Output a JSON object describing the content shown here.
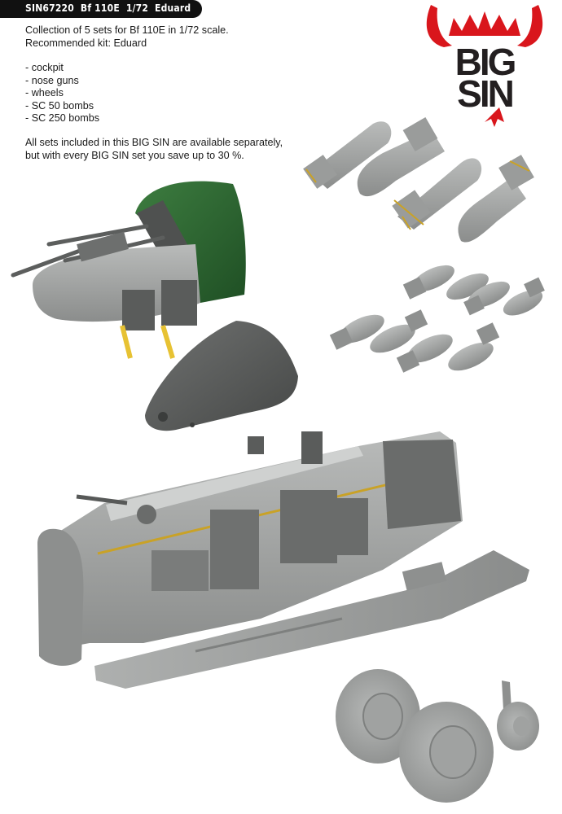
{
  "header": {
    "code": "SIN67220",
    "aircraft": "Bf 110E",
    "scale": "1/72",
    "brand": "Eduard"
  },
  "description": {
    "line1": "Collection of  5 sets for Bf 110E in 1/72 scale.",
    "line2": "Recommended kit: Eduard"
  },
  "items": [
    "- cockpit",
    "- nose guns",
    "- wheels",
    "- SC 50 bombs",
    "- SC 250 bombs"
  ],
  "note": {
    "line1": "All sets included in this BIG SIN are available separately,",
    "line2": "but with every BIG SIN set you save up to 30 %."
  },
  "logo": {
    "text_top": "BIG",
    "text_bottom": "SIN",
    "horn_color": "#d9161c",
    "crown_color": "#d9161c",
    "text_color": "#231f20"
  },
  "colors": {
    "resin_gray": "#9ea09f",
    "dark_gray": "#5a5c5b",
    "nose_cone": "#5d5f5e",
    "green_canopy": "#2e6b32",
    "photo_etch_brass": "#c9a227",
    "yellow_belt": "#e7c233"
  }
}
